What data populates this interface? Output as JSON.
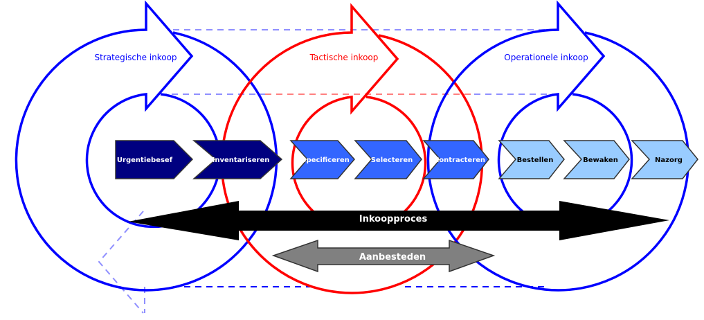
{
  "levels": {
    "strategic": {
      "label": "Strategische inkoop",
      "color": "#0000ff"
    },
    "tactical": {
      "label": "Tactische inkoop",
      "color": "#ff0000"
    },
    "operational": {
      "label": "Operationele inkoop",
      "color": "#0000ff"
    }
  },
  "steps": [
    {
      "label": "Urgentiebesef",
      "fill": "#000080",
      "text": "#ffffff"
    },
    {
      "label": "Inventariseren",
      "fill": "#000080",
      "text": "#ffffff"
    },
    {
      "label": "Specificeren",
      "fill": "#3366ff",
      "text": "#ffffff"
    },
    {
      "label": "Selecteren",
      "fill": "#3366ff",
      "text": "#ffffff"
    },
    {
      "label": "Contracteren",
      "fill": "#3366ff",
      "text": "#ffffff"
    },
    {
      "label": "Bestellen",
      "fill": "#99ccff",
      "text": "#000000"
    },
    {
      "label": "Bewaken",
      "fill": "#99ccff",
      "text": "#000000"
    },
    {
      "label": "Nazorg",
      "fill": "#99ccff",
      "text": "#000000"
    }
  ],
  "arrows": {
    "process": {
      "label": "Inkoopproces"
    },
    "tender": {
      "label": "Aanbesteden"
    }
  }
}
